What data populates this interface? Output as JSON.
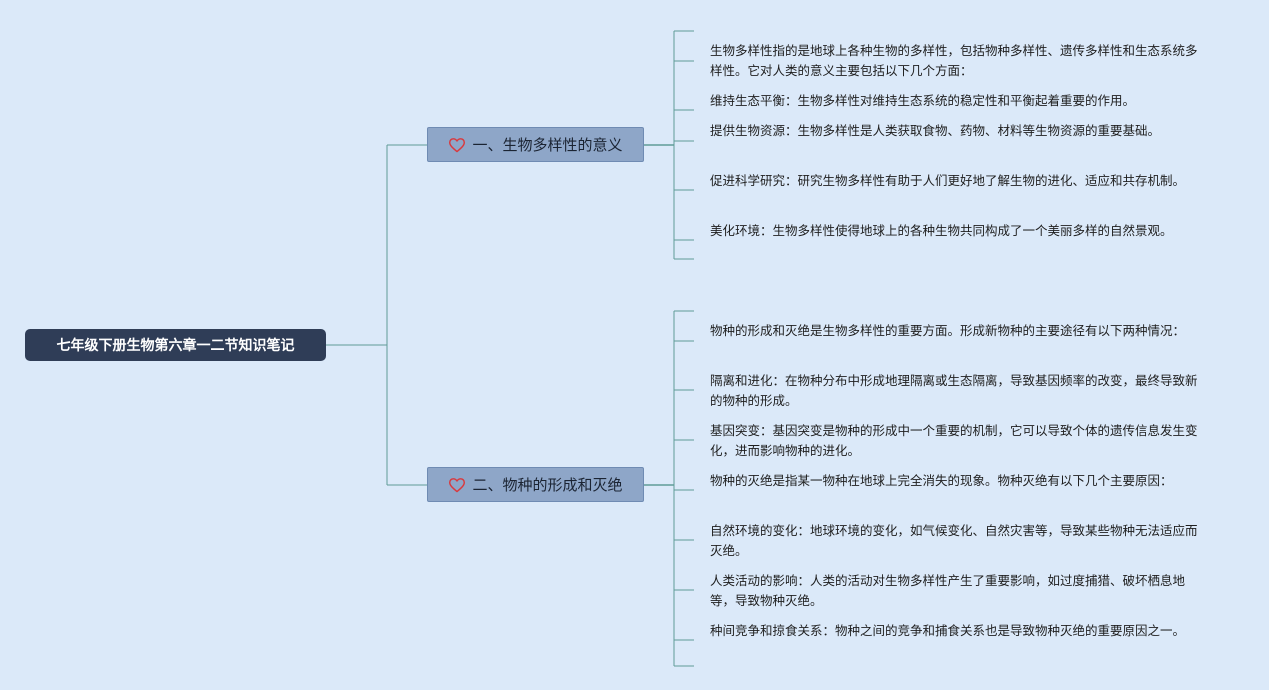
{
  "root": {
    "label": "七年级下册生物第六章一二节知识笔记"
  },
  "colors": {
    "background": "#dbe9f9",
    "root_fill": "#2f3d57",
    "branch_fill": "#8ea6c8",
    "connector": "#5f9c97",
    "heart": "#d9393e"
  },
  "branches": [
    {
      "label": "一、生物多样性的意义",
      "icon": "heart-icon",
      "items": [
        "生物多样性指的是地球上各种生物的多样性，包括物种多样性、遗传多样性和生态系统多样性。它对人类的意义主要包括以下几个方面：",
        "维持生态平衡：生物多样性对维持生态系统的稳定性和平衡起着重要的作用。",
        "提供生物资源：生物多样性是人类获取食物、药物、材料等生物资源的重要基础。",
        "促进科学研究：研究生物多样性有助于人们更好地了解生物的进化、适应和共存机制。",
        "美化环境：生物多样性使得地球上的各种生物共同构成了一个美丽多样的自然景观。"
      ]
    },
    {
      "label": "二、物种的形成和灭绝",
      "icon": "heart-icon",
      "items": [
        "物种的形成和灭绝是生物多样性的重要方面。形成新物种的主要途径有以下两种情况：",
        "隔离和进化：在物种分布中形成地理隔离或生态隔离，导致基因频率的改变，最终导致新的物种的形成。",
        "基因突变：基因突变是物种的形成中一个重要的机制，它可以导致个体的遗传信息发生变化，进而影响物种的进化。",
        "物种的灭绝是指某一物种在地球上完全消失的现象。物种灭绝有以下几个主要原因：",
        "自然环境的变化：地球环境的变化，如气候变化、自然灾害等，导致某些物种无法适应而灭绝。",
        "人类活动的影响：人类的活动对生物多样性产生了重要影响，如过度捕猎、破坏栖息地等，导致物种灭绝。",
        "种间竞争和掠食关系：物种之间的竞争和捕食关系也是导致物种灭绝的重要原因之一。"
      ]
    }
  ]
}
